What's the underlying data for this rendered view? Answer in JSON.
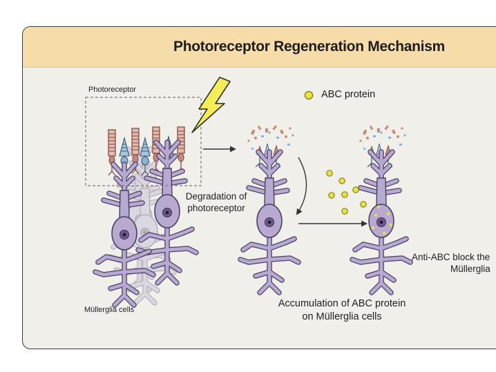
{
  "header": {
    "title": "Photoreceptor Regeneration Mechanism"
  },
  "labels": {
    "photoreceptor": "Photoreceptor",
    "muller_cells": "Müllerglia cells",
    "degradation_line1": "Degradation of",
    "degradation_line2": "photoreceptor",
    "accumulation_line1": "Accumulation of ABC protein",
    "accumulation_line2": "on Müllerglia cells",
    "anti_line1": "Anti-ABC block the",
    "anti_line2": "Müllerglia"
  },
  "legend": {
    "label": "ABC protein",
    "color": "#e8e340"
  },
  "colors": {
    "header_bg": "#f5dca9",
    "panel_bg": "#f1efea",
    "glia": "#b7a9d0",
    "glia_outline": "#4a3d63",
    "nucleus": "#6b5a8a",
    "cone": "#8fb2cf",
    "rod": "#c68a7b",
    "bolt": "#f4ed55"
  },
  "icons": [
    "lightning-bolt-icon",
    "arrow-right-icon",
    "curved-arrow-icon"
  ]
}
